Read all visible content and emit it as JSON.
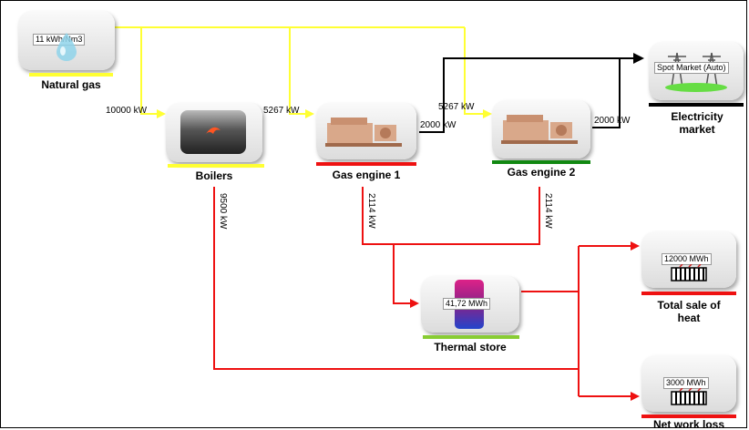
{
  "colors": {
    "gas": "#ffff33",
    "heat": "#ee1111",
    "electricity": "#000000",
    "gas_bar": "#ffff33",
    "heat_bar": "#ee1111",
    "engine2_bar": "#118811",
    "market_bar": "#000000",
    "store_bar": "#88cc33"
  },
  "nodes": {
    "natural_gas": {
      "label": "Natural gas",
      "inner": "11 kWh/Nm3",
      "icon": "water-drop-icon"
    },
    "boilers": {
      "label": "Boilers",
      "icon": "boiler-cylinder-icon"
    },
    "gas_engine_1": {
      "label": "Gas engine 1",
      "icon": "engine-icon"
    },
    "gas_engine_2": {
      "label": "Gas engine 2",
      "icon": "engine-icon"
    },
    "electricity_market": {
      "label": "Electricity market",
      "inner": "Spot Market (Auto)",
      "icon": "power-pylon-icon"
    },
    "thermal_store": {
      "label": "Thermal store",
      "inner": "41,72 MWh",
      "icon": "tank-icon"
    },
    "total_sale_of_heat": {
      "label": "Total sale of heat",
      "inner": "12000 MWh",
      "icon": "radiator-icon"
    },
    "net_work_loss": {
      "label": "Net work loss",
      "inner": "3000 MWh",
      "icon": "radiator-icon"
    }
  },
  "flows": {
    "gas_to_boilers": "10000 kW",
    "gas_to_engine1": "5267 kW",
    "gas_to_engine2": "5267 kW",
    "engine1_electricity": "2000 kW",
    "engine2_electricity": "2000 kW",
    "boilers_heat": "9500 kW",
    "engine1_heat": "2114 kW",
    "engine2_heat": "2114 kW"
  }
}
